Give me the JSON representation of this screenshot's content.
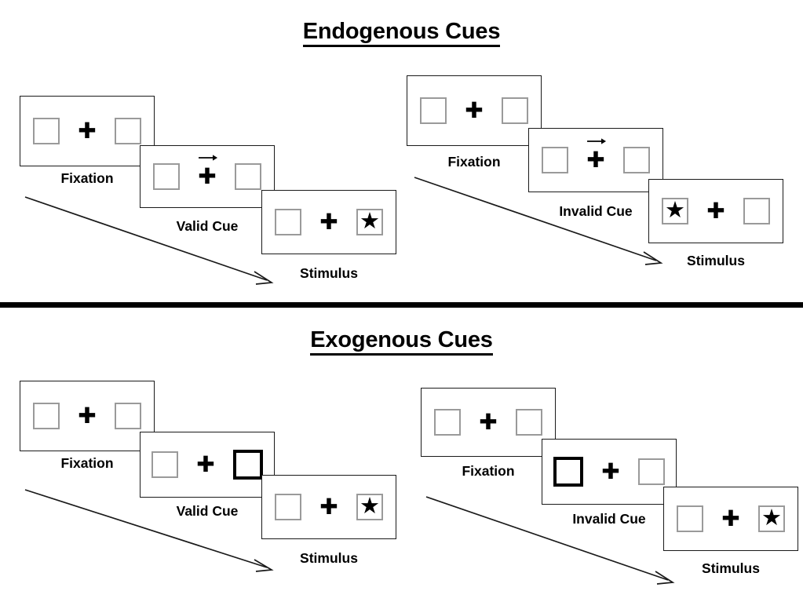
{
  "figure": {
    "sections": [
      {
        "id": "endogenous",
        "title": "Endogenous Cues",
        "cue_type": "arrow",
        "columns": [
          {
            "id": "valid",
            "panels": [
              {
                "caption": "Fixation",
                "left_box": "empty",
                "right_box": "empty",
                "cue": "none",
                "arrow": "none"
              },
              {
                "caption": "Valid Cue",
                "left_box": "empty",
                "right_box": "empty",
                "cue": "arrow",
                "arrow": "right"
              },
              {
                "caption": "Stimulus",
                "left_box": "empty",
                "right_box": "star",
                "cue": "none",
                "arrow": "none"
              }
            ]
          },
          {
            "id": "invalid",
            "panels": [
              {
                "caption": "Fixation",
                "left_box": "empty",
                "right_box": "empty",
                "cue": "none",
                "arrow": "none"
              },
              {
                "caption": "Invalid Cue",
                "left_box": "empty",
                "right_box": "empty",
                "cue": "arrow",
                "arrow": "right"
              },
              {
                "caption": "Stimulus",
                "left_box": "star",
                "right_box": "empty",
                "cue": "none",
                "arrow": "none"
              }
            ]
          }
        ]
      },
      {
        "id": "exogenous",
        "title": "Exogenous Cues",
        "cue_type": "box-flash",
        "columns": [
          {
            "id": "valid",
            "panels": [
              {
                "caption": "Fixation",
                "left_box": "empty",
                "right_box": "empty",
                "cue": "none",
                "arrow": "none"
              },
              {
                "caption": "Valid Cue",
                "left_box": "empty",
                "right_box": "cued",
                "cue": "box-right",
                "arrow": "none"
              },
              {
                "caption": "Stimulus",
                "left_box": "empty",
                "right_box": "star",
                "cue": "none",
                "arrow": "none"
              }
            ]
          },
          {
            "id": "invalid",
            "panels": [
              {
                "caption": "Fixation",
                "left_box": "empty",
                "right_box": "empty",
                "cue": "none",
                "arrow": "none"
              },
              {
                "caption": "Invalid Cue",
                "left_box": "cued",
                "right_box": "empty",
                "cue": "box-left",
                "arrow": "none"
              },
              {
                "caption": "Stimulus",
                "left_box": "empty",
                "right_box": "star",
                "cue": "none",
                "arrow": "none"
              }
            ]
          }
        ]
      }
    ],
    "glyphs": {
      "plus": "✚",
      "star": "★",
      "cue_arrow": "→"
    },
    "colors": {
      "ink": "#000000",
      "frame_border": "#1a1a1a",
      "box_border": "#9a9a9a",
      "cued_box_border": "#000000",
      "background": "#ffffff",
      "divider": "#000000"
    }
  }
}
